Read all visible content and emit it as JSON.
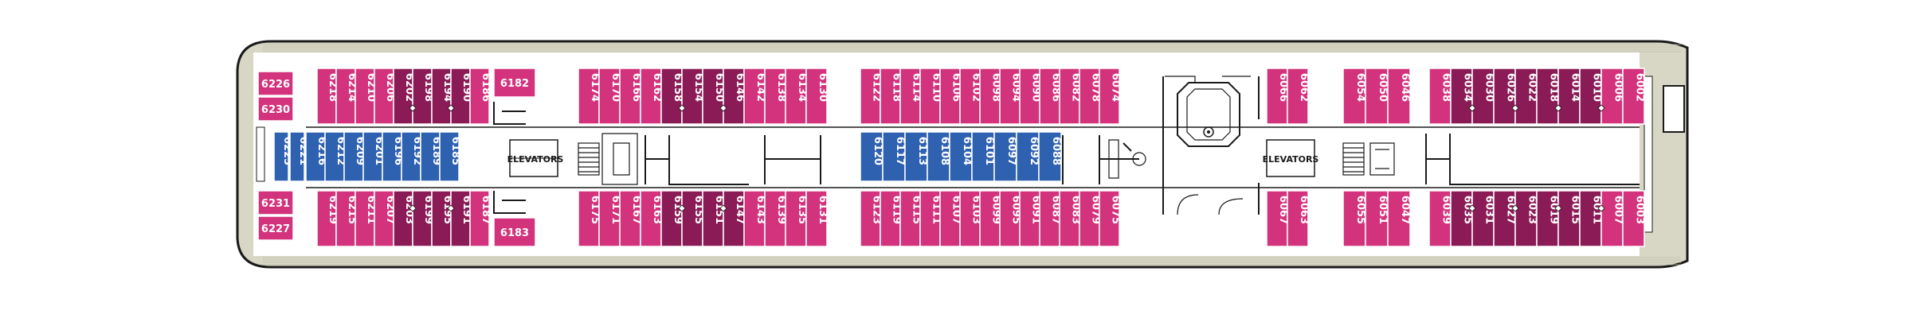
{
  "colors": {
    "hull": "#d8d7c6",
    "hull_outline": "#1a1a1a",
    "deck_white": "#ffffff",
    "cabin_magenta": "#d2337c",
    "cabin_purple": "#8a1b57",
    "cabin_blue": "#2e61b0",
    "cabin_stroke": "#ffffff"
  },
  "labels": {
    "elevators_aft": "ELEVATORS",
    "elevators_mid": "ELEVATORS"
  },
  "aft_block": {
    "top": [
      "6226",
      "6230"
    ],
    "bottom": [
      "6231",
      "6227"
    ],
    "inner_top": [
      "6225",
      "6221"
    ]
  },
  "sections": [
    {
      "id": "s1",
      "top": [
        "6218",
        "6214",
        "6210",
        "6206",
        "6202",
        "6198",
        "6194",
        "6190",
        "6186"
      ],
      "top_purple": [
        4,
        5,
        6,
        7
      ],
      "bottom": [
        "6219",
        "6215",
        "6211",
        "6207",
        "6203",
        "6199",
        "6195",
        "6191",
        "6187"
      ],
      "bottom_purple": [
        4,
        5,
        6,
        7
      ],
      "inner": [
        "6216",
        "6212",
        "6209",
        "6201",
        "6196",
        "6192",
        "6189",
        "6185"
      ],
      "corner_top": "6182",
      "corner_bottom": "6183"
    },
    {
      "id": "s2",
      "top": [
        "6174",
        "6170",
        "6166",
        "6162",
        "6158",
        "6154",
        "6150",
        "6146",
        "6142",
        "6138",
        "6134",
        "6130"
      ],
      "top_purple": [
        4,
        5,
        6,
        7
      ],
      "bottom": [
        "6175",
        "6171",
        "6167",
        "6163",
        "6159",
        "6155",
        "6151",
        "6147",
        "6143",
        "6139",
        "6135",
        "6131"
      ],
      "bottom_purple": [
        4,
        5,
        6,
        7
      ]
    },
    {
      "id": "s3",
      "top": [
        "6122",
        "6118",
        "6114",
        "6110",
        "6106",
        "6102",
        "6098",
        "6094",
        "6090",
        "6086",
        "6082",
        "6078",
        "6074"
      ],
      "bottom": [
        "6123",
        "6119",
        "6115",
        "6111",
        "6107",
        "6103",
        "6099",
        "6095",
        "6091",
        "6087",
        "6083",
        "6079",
        "6075"
      ],
      "inner": [
        "6120",
        "6117",
        "6113",
        "6108",
        "6104",
        "6101",
        "6097",
        "6092",
        "6088"
      ]
    },
    {
      "id": "s4",
      "top": [
        "6066",
        "6062"
      ],
      "bottom": [
        "6067",
        "6063"
      ]
    },
    {
      "id": "s5",
      "top": [
        "6054",
        "6050",
        "6046"
      ],
      "bottom": [
        "6055",
        "6051",
        "6047"
      ]
    },
    {
      "id": "s6",
      "top": [
        "6038",
        "6034",
        "6030",
        "6026",
        "6022",
        "6018",
        "6014",
        "6010",
        "6006",
        "6002"
      ],
      "top_purple": [
        1,
        2,
        3,
        4,
        5,
        6,
        7
      ],
      "bottom": [
        "6039",
        "6035",
        "6031",
        "6027",
        "6023",
        "6019",
        "6015",
        "6011",
        "6007",
        "6003"
      ],
      "bottom_purple": [
        1,
        2,
        3,
        4,
        5,
        6,
        7
      ]
    }
  ]
}
